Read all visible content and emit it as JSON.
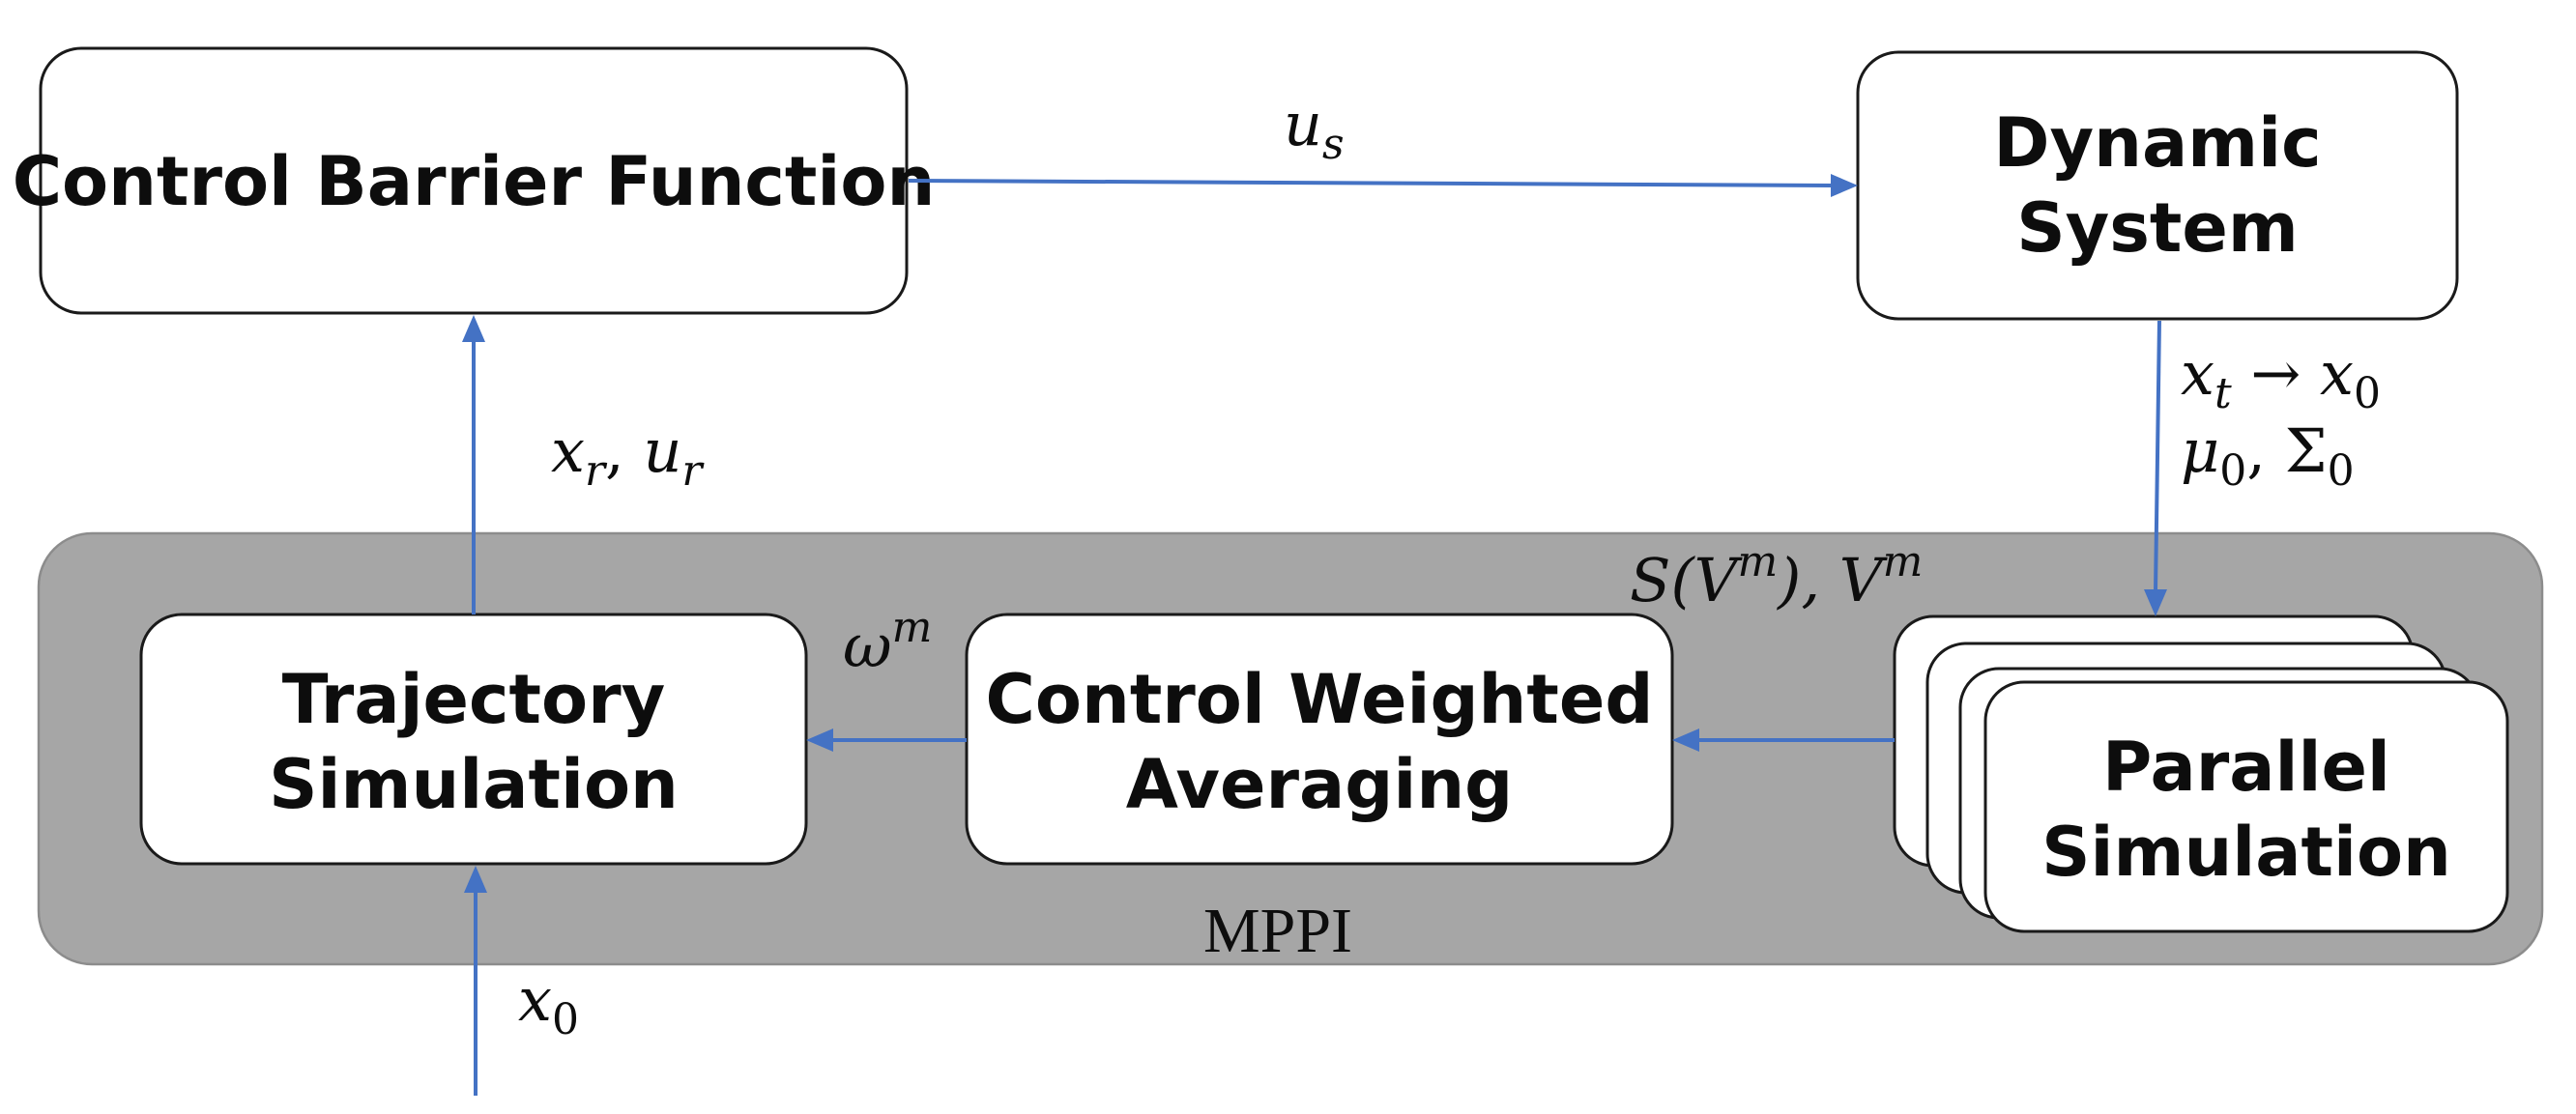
{
  "blocks": {
    "cbf": "Control Barrier Function",
    "dynamic_line1": "Dynamic",
    "dynamic_line2": "System",
    "traj_line1": "Trajectory",
    "traj_line2": "Simulation",
    "cwa_line1": "Control Weighted",
    "cwa_line2": "Averaging",
    "par_line1": "Parallel",
    "par_line2": "Simulation"
  },
  "group_label": "MPPI",
  "signals": {
    "us": {
      "base": "u",
      "sub": "s"
    },
    "xr_ur": {
      "b1": "x",
      "s1": "r",
      "sep": ", ",
      "b2": "u",
      "s2": "r"
    },
    "xt_x0": {
      "b1": "x",
      "s1": "t",
      "arrow": " → ",
      "b2": "x",
      "s2": "0"
    },
    "mu_sigma": {
      "b1": "μ",
      "s1": "0",
      "sep": ", ",
      "b2": "Σ",
      "s2": "0"
    },
    "omega": {
      "base": "ω",
      "sup": "m"
    },
    "svm": {
      "p1": "S(V",
      "sup1": "m",
      "p2": "), V",
      "sup2": "m"
    },
    "x0": {
      "base": "x",
      "sub": "0"
    }
  },
  "colors": {
    "arrow": "#4472c4",
    "group_fill": "#a6a6a6"
  }
}
